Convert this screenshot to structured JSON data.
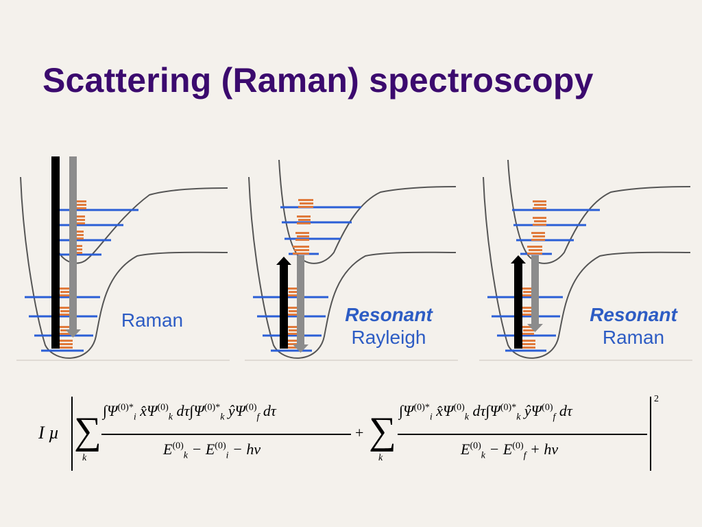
{
  "title": "Scattering (Raman) spectroscopy",
  "panels": [
    {
      "label_em": "",
      "label_plain": "Raman"
    },
    {
      "label_em": "Resonant",
      "label_plain": "Rayleigh"
    },
    {
      "label_em": "Resonant",
      "label_plain": "Raman"
    }
  ],
  "equation": {
    "lhs": "I µ",
    "sum_index": "k",
    "num1_a": "∫Ψ",
    "num1_a_sup": "(0)*",
    "num1_a_sub": "i",
    "num1_b": "x̂Ψ",
    "num1_b_sup": "(0)",
    "num1_b_sub": "k",
    "num1_c": "dτ∫Ψ",
    "num1_c_sup": "(0)*",
    "num1_c_sub": "k",
    "num1_d": "ŷΨ",
    "num1_d_sup": "(0)",
    "num1_d_sub": "f",
    "num1_e": "dτ",
    "den1_a": "E",
    "den1_a_sup": "(0)",
    "den1_a_sub": "k",
    "den1_b": "− E",
    "den1_b_sup": "(0)",
    "den1_b_sub": "i",
    "den1_c": "− hν",
    "plus": "+",
    "num2_a": "∫Ψ",
    "num2_a_sup": "(0)*",
    "num2_a_sub": "i",
    "num2_b": "x̂Ψ",
    "num2_b_sup": "(0)",
    "num2_b_sub": "k",
    "num2_c": "dτ∫Ψ",
    "num2_c_sup": "(0)*",
    "num2_c_sub": "k",
    "num2_d": "ŷΨ",
    "num2_d_sup": "(0)",
    "num2_d_sub": "f",
    "num2_e": "dτ",
    "den2_a": "E",
    "den2_a_sup": "(0)",
    "den2_a_sub": "k",
    "den2_b": "− E",
    "den2_b_sup": "(0)",
    "den2_b_sub": "f",
    "den2_c": "+ hν",
    "power": "2"
  },
  "colors": {
    "title": "#3b0a6e",
    "label": "#2d5cc4",
    "level": "#2a5ed6",
    "population": "#e07a3c",
    "excitation_arrow": "#000000",
    "emission_arrow": "#8c8c8c",
    "curve": "#555555"
  }
}
